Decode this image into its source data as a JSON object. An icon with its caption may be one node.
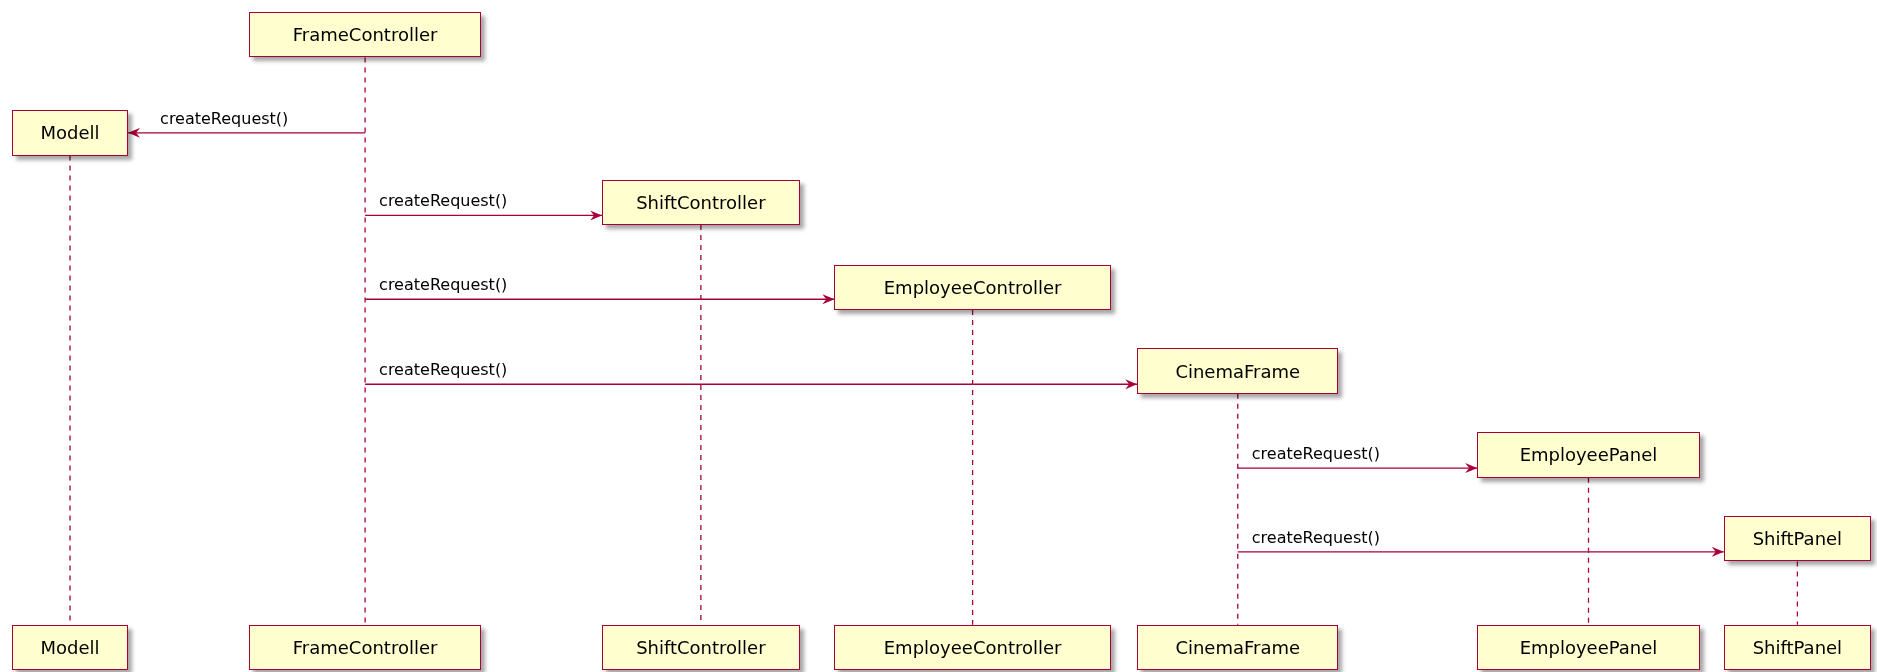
{
  "diagram": {
    "nodes": [
      {
        "text": [
          "FrameController"
        ]
      },
      {
        "text": [
          "Modell"
        ]
      },
      {
        "text": [
          "ShiftController"
        ]
      },
      {
        "text": [
          "EmployeeController"
        ]
      },
      {
        "text": [
          "CinemaFrame"
        ]
      },
      {
        "text": [
          "EmployeePanel"
        ]
      },
      {
        "text": [
          "ShiftPanel"
        ]
      },
      {
        "text": [
          "Modell"
        ]
      },
      {
        "text": [
          "FrameController"
        ]
      },
      {
        "text": [
          "ShiftController"
        ]
      },
      {
        "text": [
          "EmployeeController"
        ]
      },
      {
        "text": [
          "CinemaFrame"
        ]
      },
      {
        "text": [
          "EmployeePanel"
        ]
      },
      {
        "text": [
          "ShiftPanel"
        ]
      }
    ],
    "edges": [
      {
        "from": 0,
        "to": 1,
        "arrow": "to",
        "label": "createRequest()"
      },
      {
        "from": 0,
        "to": 2,
        "arrow": "to",
        "label": "createRequest()"
      },
      {
        "from": 0,
        "to": 3,
        "arrow": "to",
        "label": "createRequest()"
      },
      {
        "from": 0,
        "to": 4,
        "arrow": "to",
        "label": "createRequest()"
      },
      {
        "from": 4,
        "to": 5,
        "arrow": "to",
        "label": "createRequest()"
      },
      {
        "from": 4,
        "to": 6,
        "arrow": "to",
        "label": "createRequest()"
      },
      {
        "from": 1,
        "to": 7,
        "arrow": "none",
        "style": "dashed"
      },
      {
        "from": 0,
        "to": 8,
        "arrow": "none",
        "style": "dashed"
      },
      {
        "from": 2,
        "to": 9,
        "arrow": "none",
        "style": "dashed"
      },
      {
        "from": 3,
        "to": 10,
        "arrow": "none",
        "style": "dashed"
      },
      {
        "from": 4,
        "to": 11,
        "arrow": "none",
        "style": "dashed"
      },
      {
        "from": 5,
        "to": 12,
        "arrow": "none",
        "style": "dashed"
      },
      {
        "from": 6,
        "to": 13,
        "arrow": "none",
        "style": "dashed"
      }
    ]
  }
}
